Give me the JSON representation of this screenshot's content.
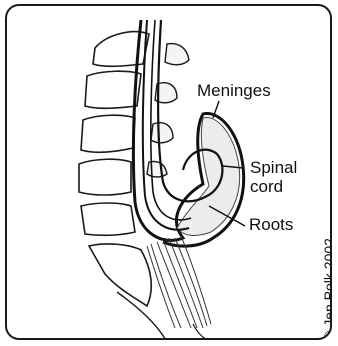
{
  "labels": {
    "meninges": "Meninges",
    "spinal_cord_line1": "Spinal",
    "spinal_cord_line2": "cord",
    "roots": "Roots"
  },
  "credit": "© Jen Polk 2002"
}
